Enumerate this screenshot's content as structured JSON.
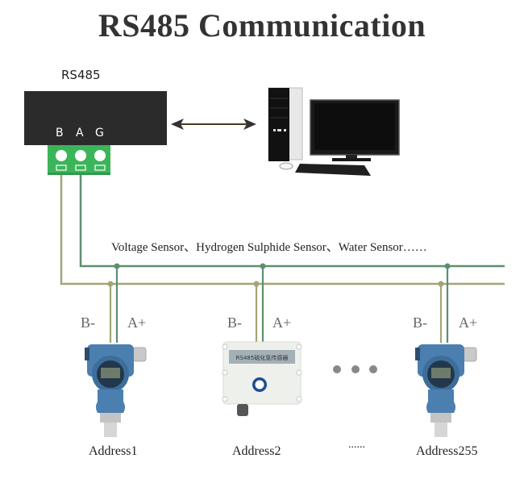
{
  "title": "RS485 Communication",
  "converter": {
    "label": "RS485",
    "pins": [
      "B",
      "A",
      "G"
    ]
  },
  "link": {
    "direction": "bidirectional",
    "target": "computer"
  },
  "bus": {
    "sensor_types_text": "Voltage Sensor、Hydrogen Sulphide Sensor、Water Sensor……",
    "colors": {
      "a_line": "#5b8f6e",
      "b_line": "#a3a574",
      "terminal_block": "#3cb55a",
      "converter_body": "#2b2b2b",
      "sensor_blue": "#4a7fb0"
    }
  },
  "devices": [
    {
      "type": "pressure-transmitter",
      "b_label": "B-",
      "a_label": "A+",
      "address": "Address1"
    },
    {
      "type": "gas-sensor-box",
      "b_label": "B-",
      "a_label": "A+",
      "address": "Address2",
      "panel_text": "RS485硫化氢传感器"
    },
    {
      "type": "pressure-transmitter",
      "b_label": "B-",
      "a_label": "A+",
      "address": "Address255"
    }
  ],
  "ellipsis_label": "......"
}
